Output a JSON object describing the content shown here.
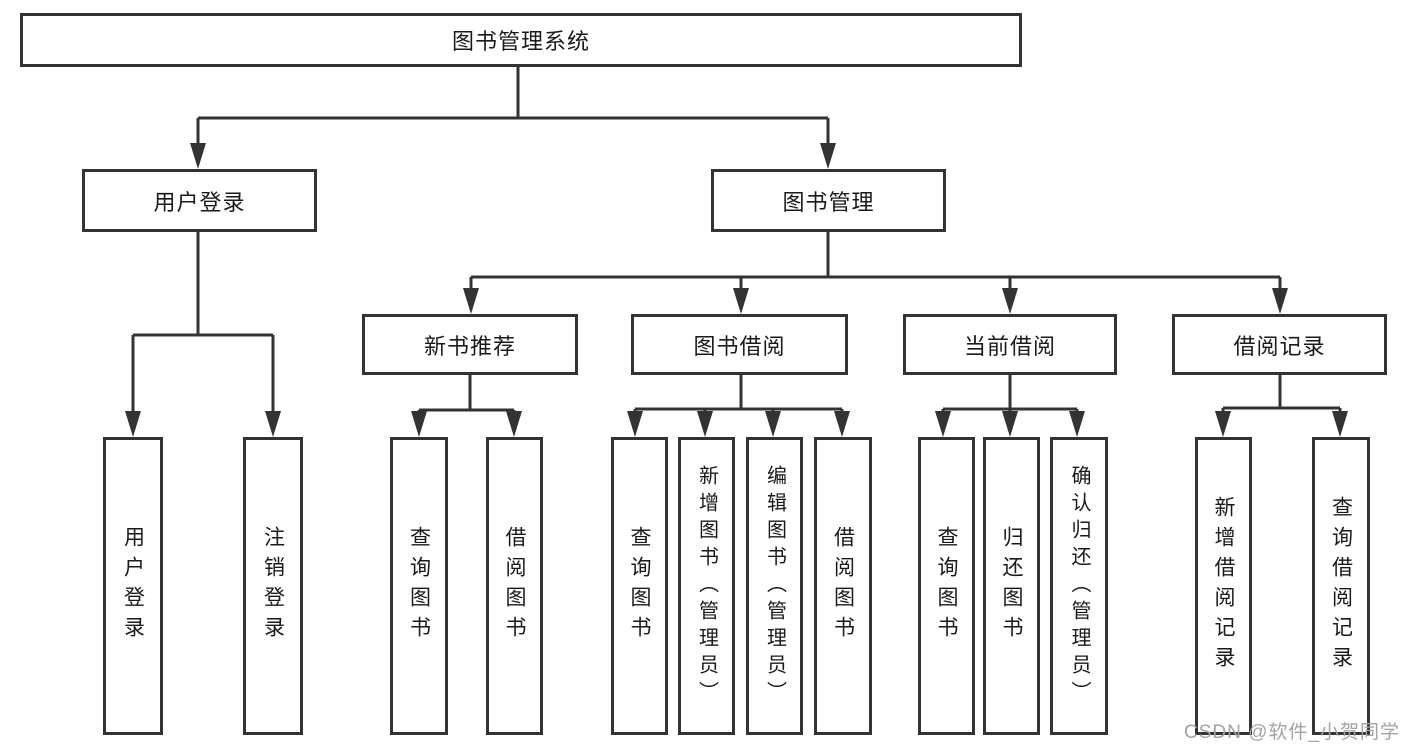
{
  "diagram": {
    "root": {
      "label": "图书管理系统"
    },
    "branches": [
      {
        "label": "用户登录",
        "children": [
          {
            "label": "用户登录"
          },
          {
            "label": "注销登录"
          }
        ]
      },
      {
        "label": "图书管理",
        "children": [
          {
            "label": "新书推荐",
            "children": [
              {
                "label": "查询图书"
              },
              {
                "label": "借阅图书"
              }
            ]
          },
          {
            "label": "图书借阅",
            "children": [
              {
                "label": "查询图书"
              },
              {
                "label": "新增图书（管理员）"
              },
              {
                "label": "编辑图书（管理员）"
              },
              {
                "label": "借阅图书"
              }
            ]
          },
          {
            "label": "当前借阅",
            "children": [
              {
                "label": "查询图书"
              },
              {
                "label": "归还图书"
              },
              {
                "label": "确认归还（管理员）"
              }
            ]
          },
          {
            "label": "借阅记录",
            "children": [
              {
                "label": "新增借阅记录"
              },
              {
                "label": "查询借阅记录"
              }
            ]
          }
        ]
      }
    ]
  },
  "watermark": {
    "text": "CSDN @软件_小贺同学"
  },
  "colors": {
    "line": "#333333",
    "box_border": "#333333",
    "text": "#1a1a1a",
    "background": "#ffffff",
    "watermark": "#a2a3a5"
  }
}
